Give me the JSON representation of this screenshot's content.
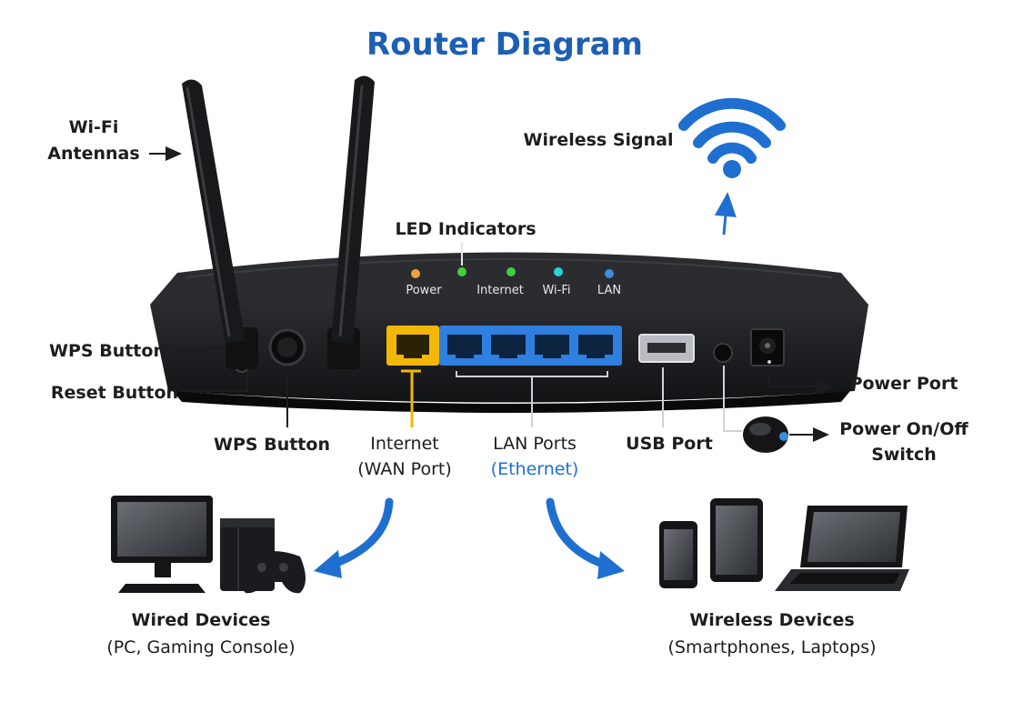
{
  "title": "Router Diagram",
  "labels": {
    "wifi_antennas_line1": "Wi-Fi",
    "wifi_antennas_line2": "Antennas",
    "wireless_signal": "Wireless Signal",
    "led_indicators": "LED Indicators",
    "wps_button_left": "WPS Button",
    "reset_button": "Reset Button",
    "power_port": "Power Port",
    "wps_button_bottom": "WPS Button",
    "internet_line1": "Internet",
    "internet_line2": "(WAN Port)",
    "lan_ports_line1": "LAN Ports",
    "lan_ports_line2": "(Ethernet)",
    "usb_port": "USB Port",
    "power_switch_line1": "Power On/Off",
    "power_switch_line2": "Switch"
  },
  "leds": [
    {
      "label": "Power",
      "color": "#f0a23a"
    },
    {
      "label": "Internet",
      "color": "#3fd23f"
    },
    {
      "label": "Wi-Fi",
      "color": "#3fd23f"
    },
    {
      "label": "LAN",
      "color": "#2bd4d4"
    },
    {
      "label": "",
      "color": "#3a8de0"
    }
  ],
  "devices": {
    "wired_title": "Wired Devices",
    "wired_sub": "(PC, Gaming Console)",
    "wireless_title": "Wireless Devices",
    "wireless_sub": "(Smartphones, Laptops)"
  },
  "colors": {
    "title": "#1c5fb4",
    "accent_blue": "#1f6fd1",
    "router_body": "#1b1c1f",
    "wan_port": "#f2b705",
    "lan_ports": "#2f7fe0"
  }
}
